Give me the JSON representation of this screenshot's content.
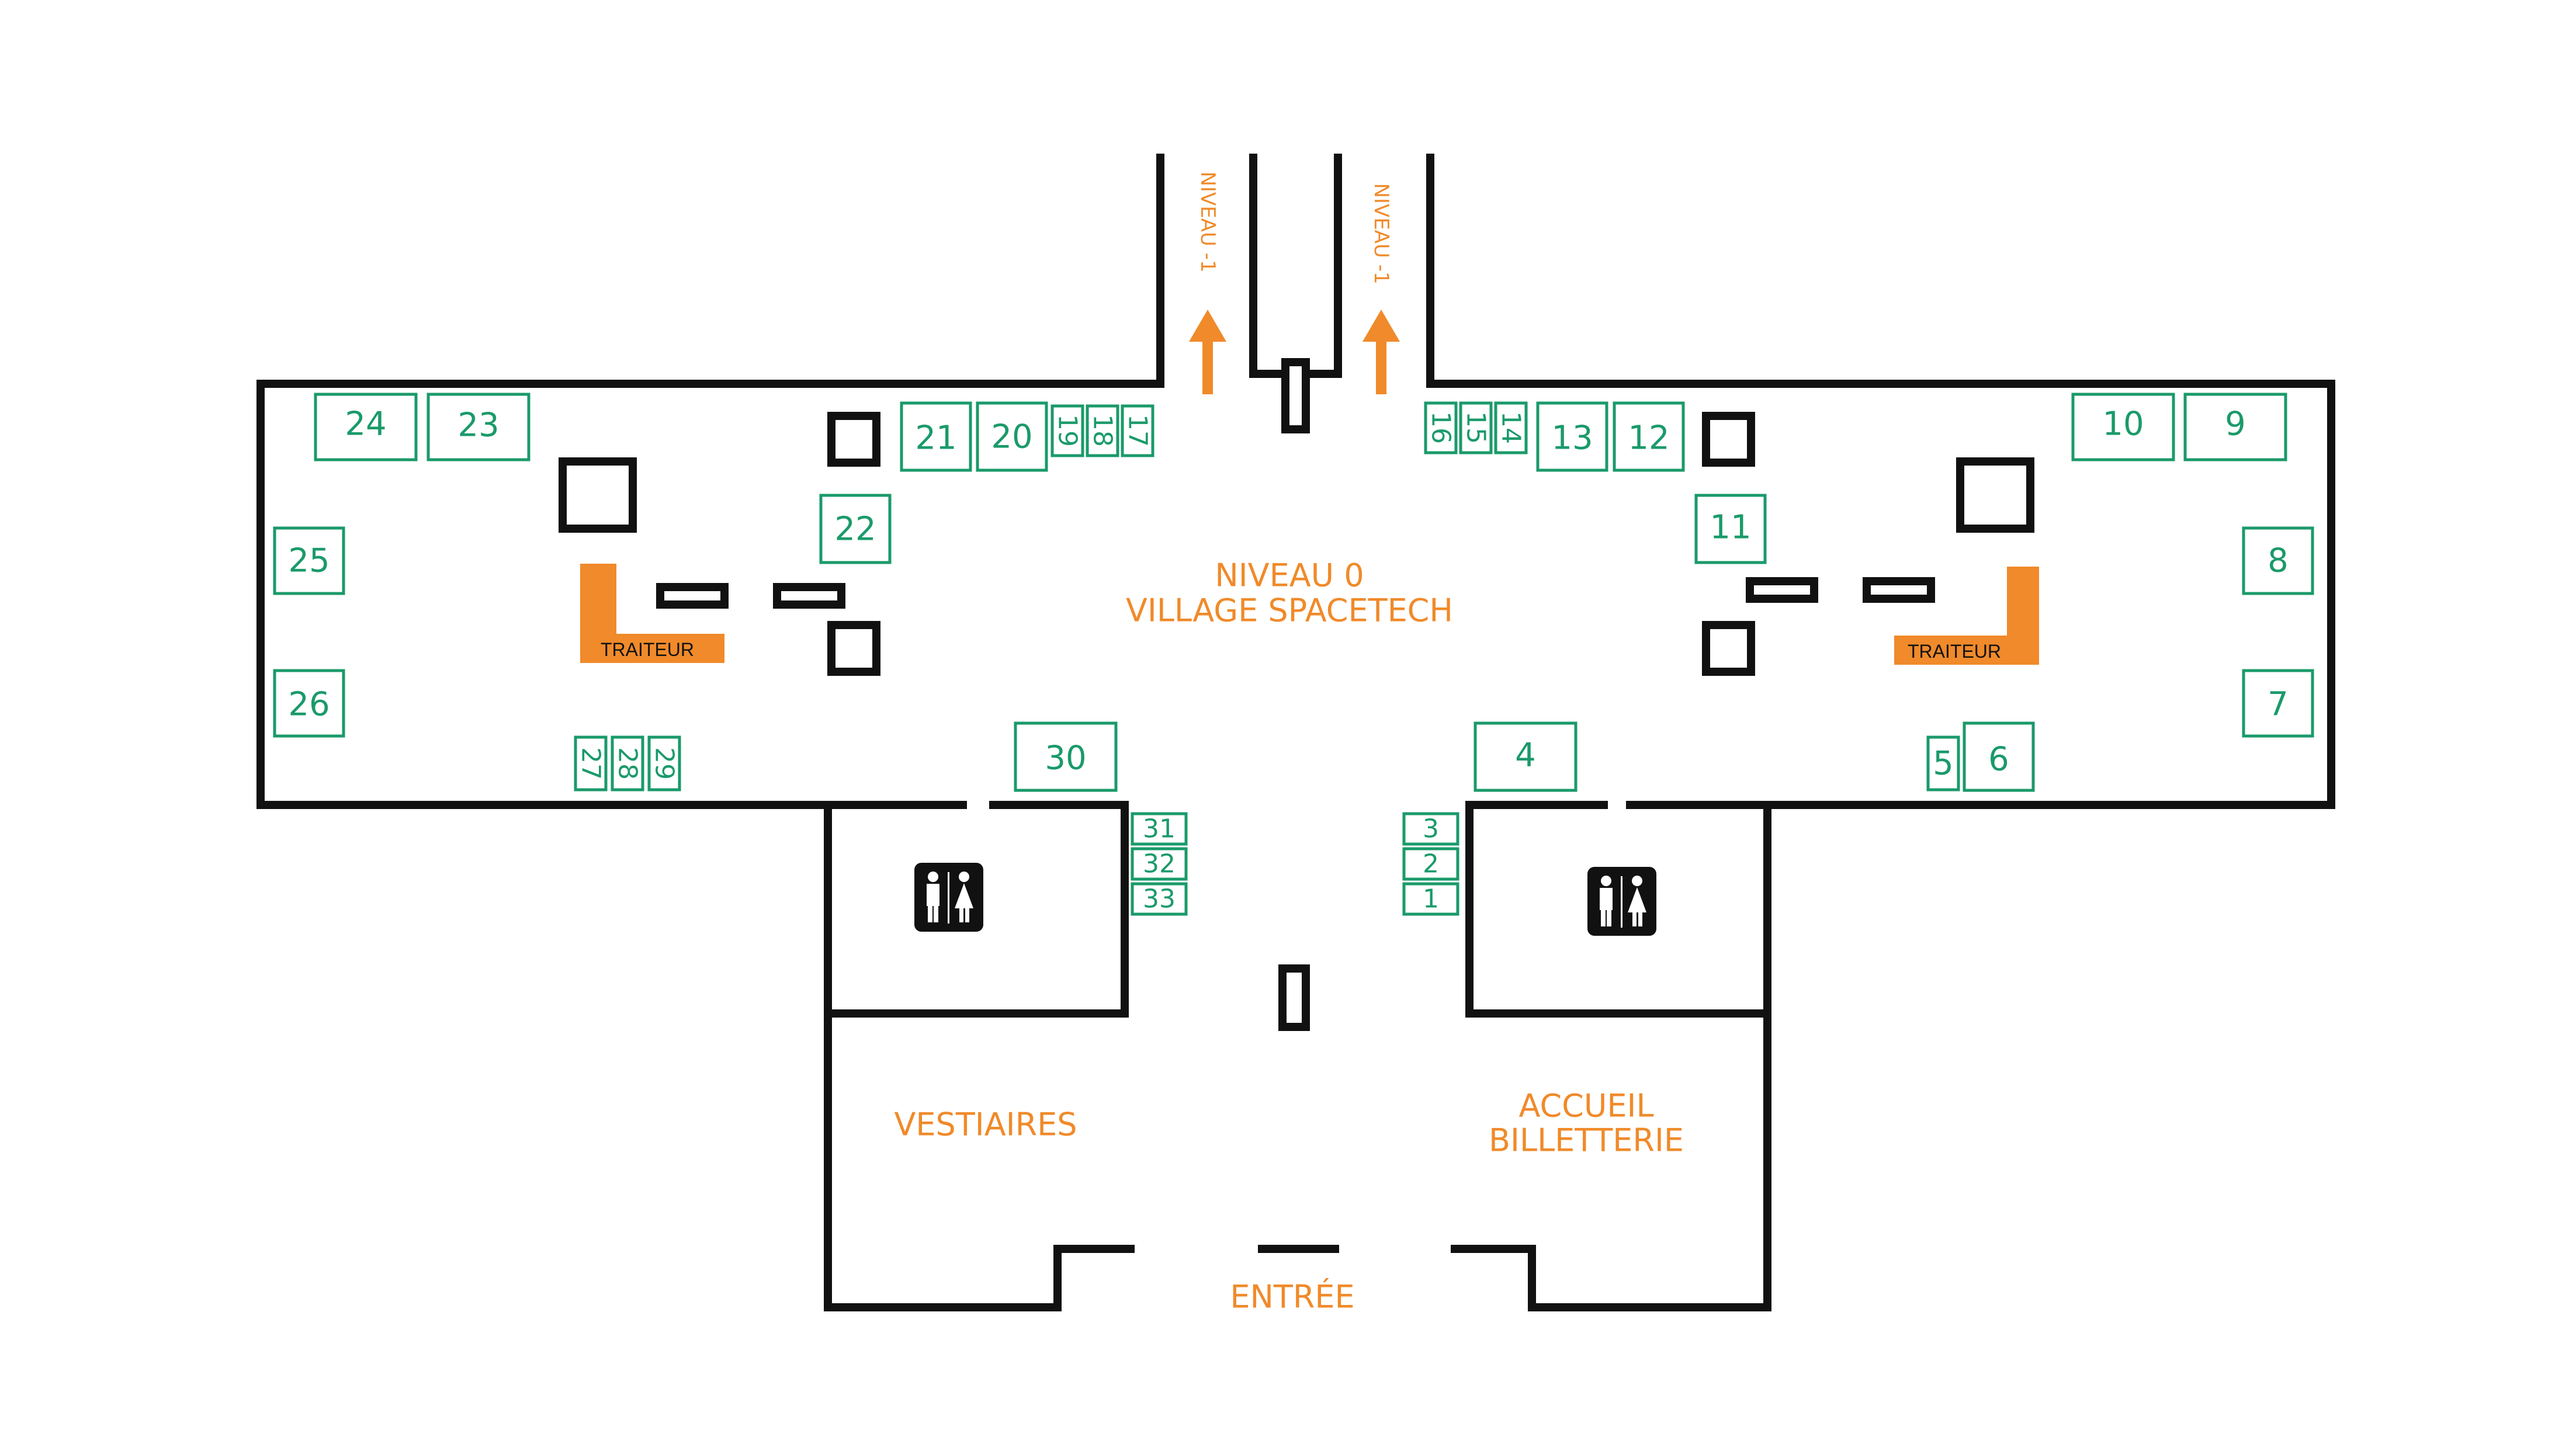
{
  "colors": {
    "booth": "#1a9a6a",
    "label_accent": "#f08a2a",
    "wall": "#111111",
    "background": "#ffffff"
  },
  "zones": {
    "main_hall_line1": "NIVEAU 0",
    "main_hall_line2": "VILLAGE SPACETECH",
    "vestiaires": "VESTIAIRES",
    "accueil_line1": "ACCUEIL",
    "accueil_line2": "BILLETTERIE",
    "entree": "ENTRÉE",
    "niveau_left": "NIVEAU -1",
    "niveau_right": "NIVEAU -1",
    "traiteur_left": "TRAITEUR",
    "traiteur_right": "TRAITEUR"
  },
  "icons": {
    "arrow_left": "arrow-up-icon",
    "arrow_right": "arrow-up-icon",
    "restroom_left": "restroom-icon",
    "restroom_right": "restroom-icon"
  },
  "booths": {
    "b1": "1",
    "b2": "2",
    "b3": "3",
    "b4": "4",
    "b5": "5",
    "b6": "6",
    "b7": "7",
    "b8": "8",
    "b9": "9",
    "b10": "10",
    "b11": "11",
    "b12": "12",
    "b13": "13",
    "b14": "14",
    "b15": "15",
    "b16": "16",
    "b17": "17",
    "b18": "18",
    "b19": "19",
    "b20": "20",
    "b21": "21",
    "b22": "22",
    "b23": "23",
    "b24": "24",
    "b25": "25",
    "b26": "26",
    "b27": "27",
    "b28": "28",
    "b29": "29",
    "b30": "30",
    "b31": "31",
    "b32": "32",
    "b33": "33"
  }
}
